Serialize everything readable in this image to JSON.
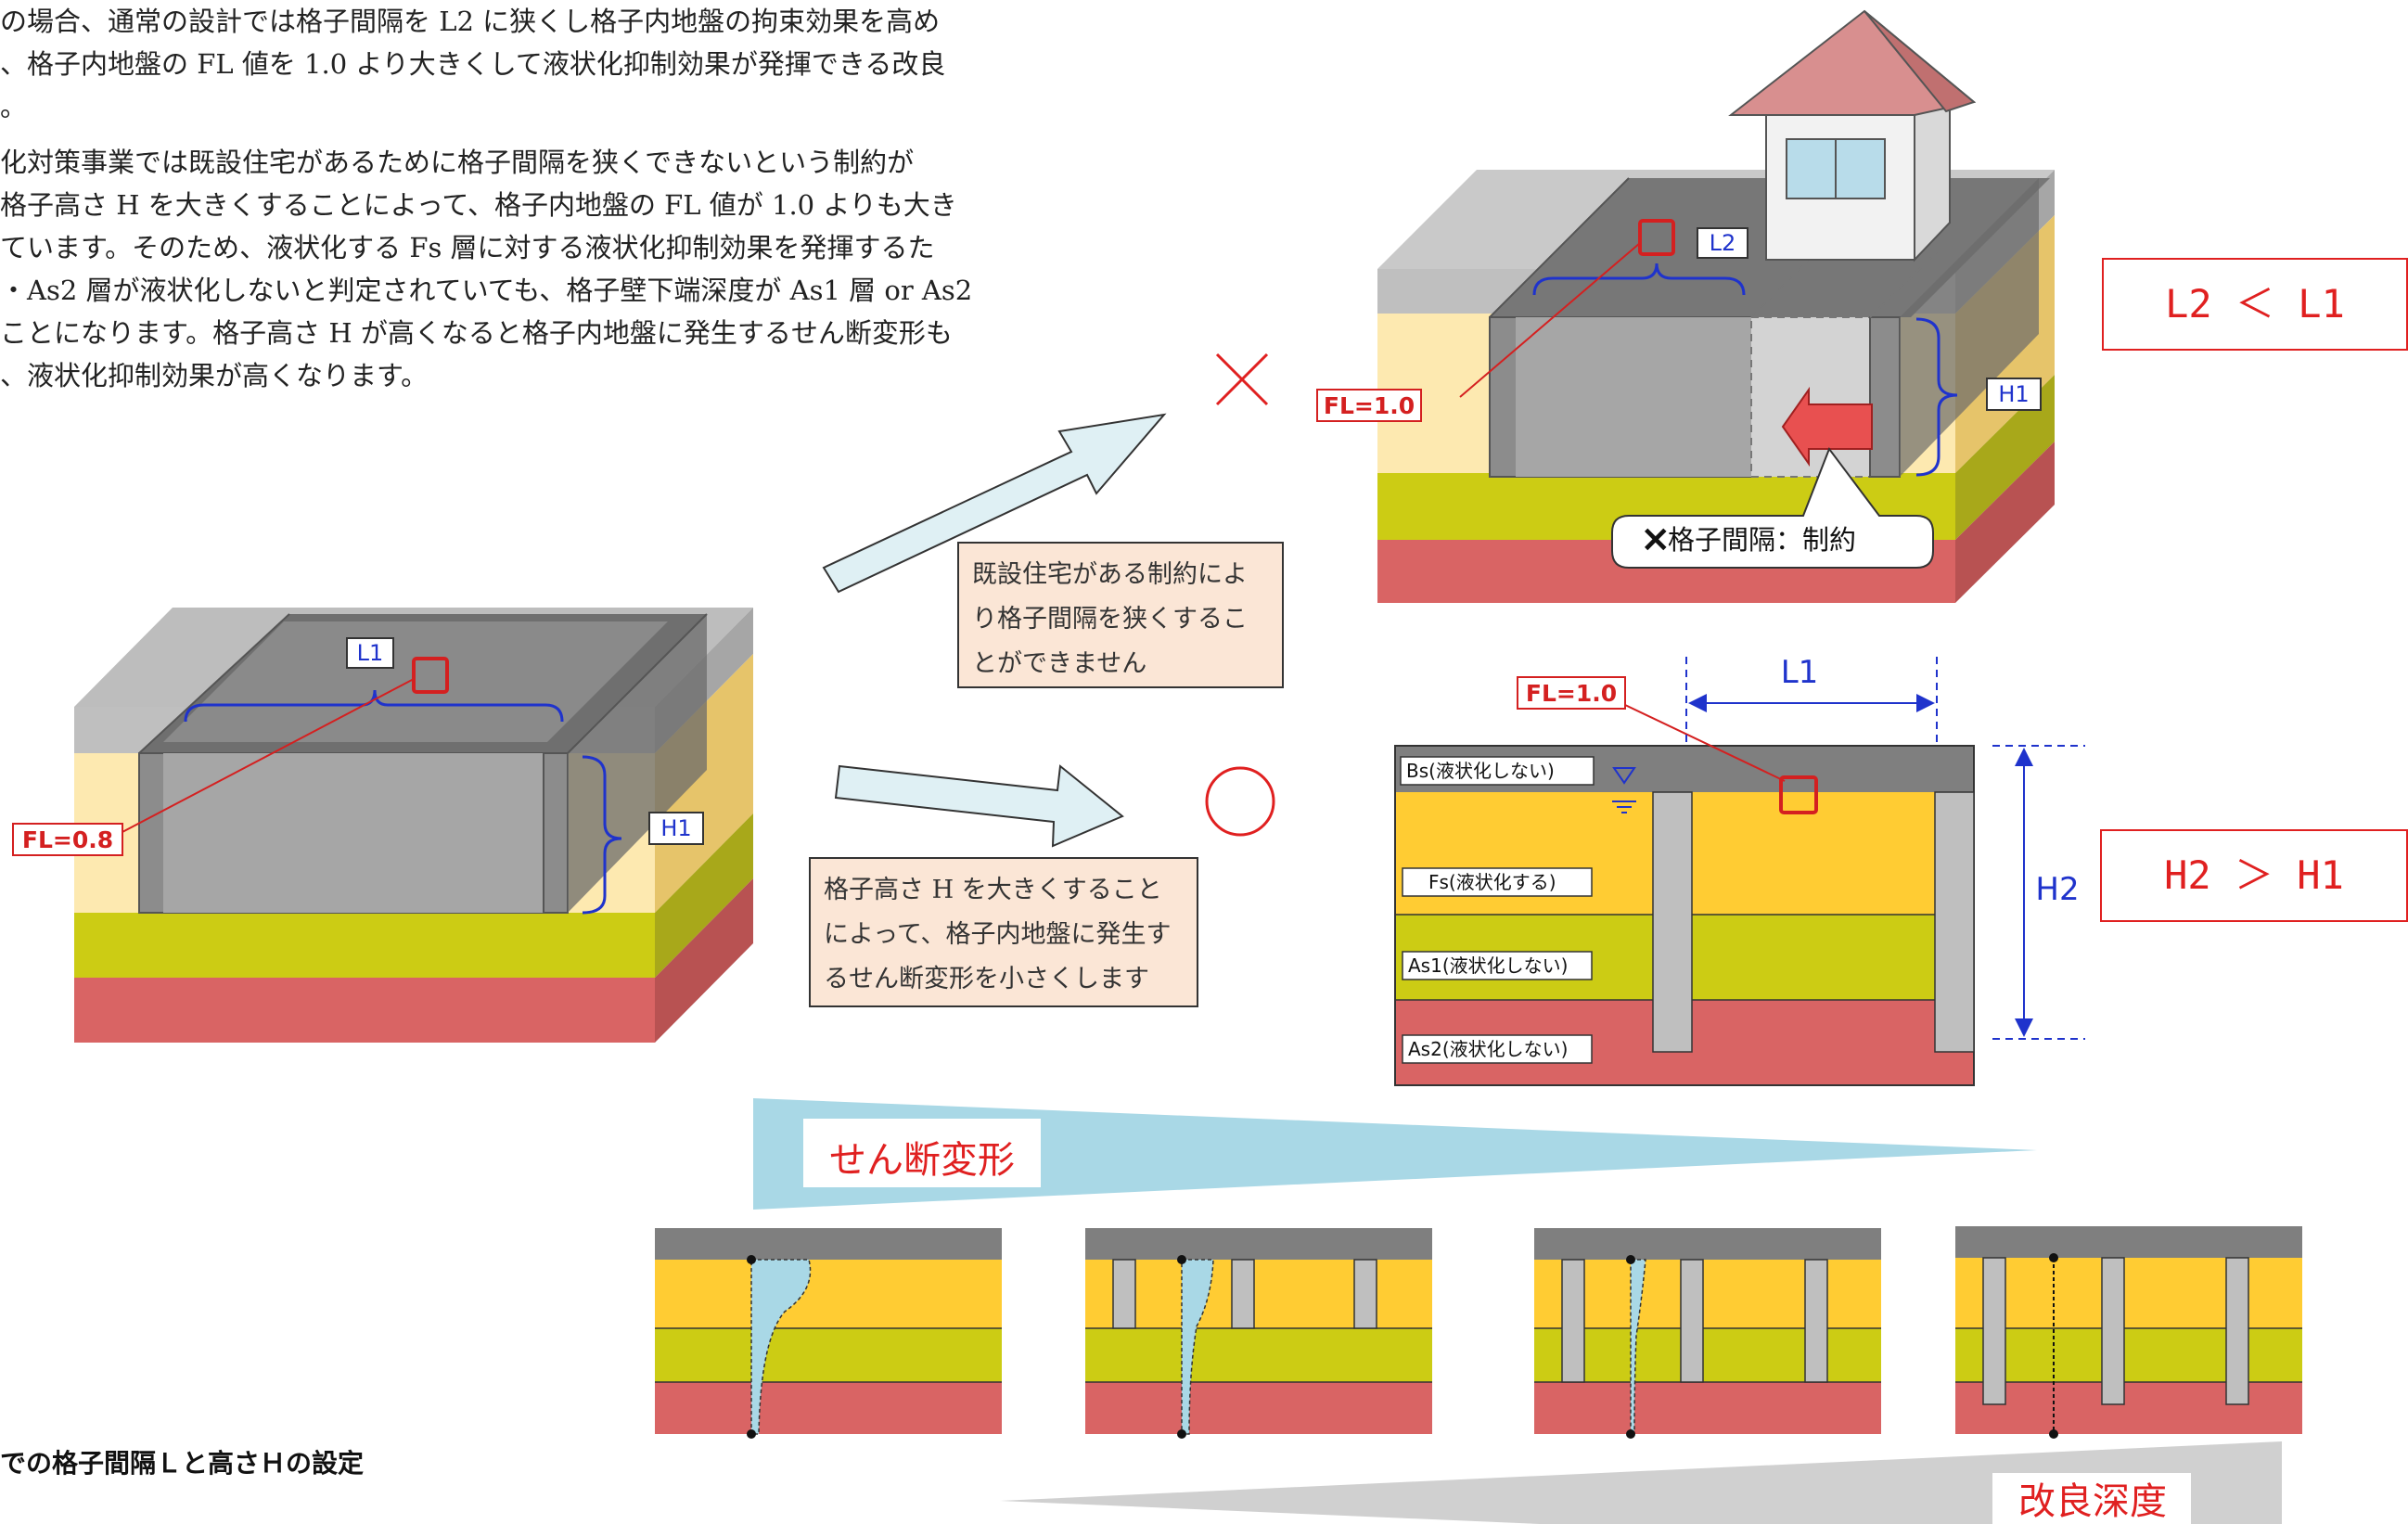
{
  "paragraph": {
    "line1": "の場合、通常の設計では格子間隔を L2 に狭くし格子内地盤の拘束効果を高め",
    "line2": "、格子内地盤の FL 値を 1.0 より大きくして液状化抑制効果が発揮できる改良",
    "line3": "。",
    "line4": "化対策事業では既設住宅があるために格子間隔を狭くできないという制約が",
    "line5": "格子高さ H を大きくすることによって、格子内地盤の FL 値が 1.0 よりも大き",
    "line6": "ています。そのため、液状化する Fs 層に対する液状化抑制効果を発揮するた",
    "line7": "・As2 層が液状化しないと判定されていても、格子壁下端深度が As1 層 or As2",
    "line8": "ことになります。格子高さ H が高くなると格子内地盤に発生するせん断変形も",
    "line9": "、液状化抑制効果が高くなります。"
  },
  "caption": "での格子間隔Ｌと高さＨの設定",
  "left_block": {
    "fl_label": "FL=0.8",
    "l1": "L1",
    "h1": "H1"
  },
  "upper_right": {
    "fl_label": "FL=1.0",
    "l2": "L2",
    "h1": "H1",
    "constraint": "格子間隔：制約",
    "mark": "×"
  },
  "callout_top": {
    "line1": "既設住宅がある制約によ",
    "line2": "り格子間隔を狭くするこ",
    "line3": "とができません"
  },
  "callout_bottom": {
    "line1": "格子高さ H を大きくすること",
    "line2": "によって、格子内地盤に発生す",
    "line3": "るせん断変形を小さくします"
  },
  "good_mark": "○",
  "compare_top": "L2 ＜ L1",
  "compare_bottom": "H2 ＞ H1",
  "section": {
    "fl_label": "FL=1.0",
    "l1": "L1",
    "h2": "H2",
    "layers": [
      "Bs(液状化しない)",
      "Fs(液状化する)",
      "As1(液状化しない)",
      "As2(液状化しない)"
    ]
  },
  "shear_label": "せん断変形",
  "depth_label": "改良深度",
  "colors": {
    "bs_gray": "#7f7f7f",
    "fs_yellow": "#ffcc33",
    "as1_olive": "#cccc14",
    "as2_red": "#d96464",
    "accent_red": "#e02020",
    "dim_blue": "#1f33cc"
  }
}
